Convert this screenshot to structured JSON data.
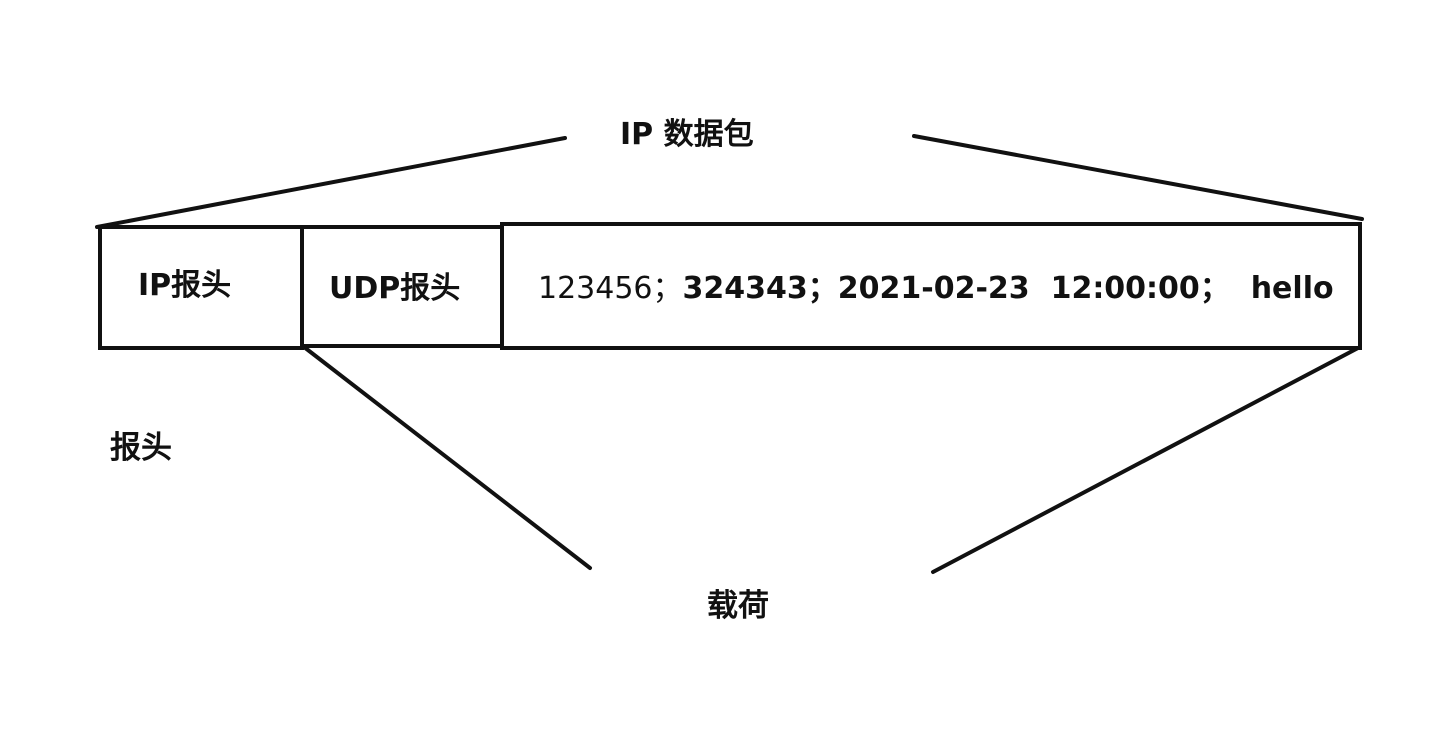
{
  "diagram": {
    "title": "IP 数据包",
    "fields": {
      "ip_header": "IP报头",
      "udp_header": "UDP报头",
      "payload": {
        "src_port": "123456",
        "sep1": "；",
        "dst_port": "324343",
        "sep2": "；",
        "datetime": "2021-02-23  12:00:00",
        "sep3": "；",
        "message": "hello"
      }
    },
    "labels": {
      "header": "报头",
      "payload": "载荷"
    },
    "colors": {
      "stroke": "#111111",
      "background": "#ffffff"
    }
  }
}
